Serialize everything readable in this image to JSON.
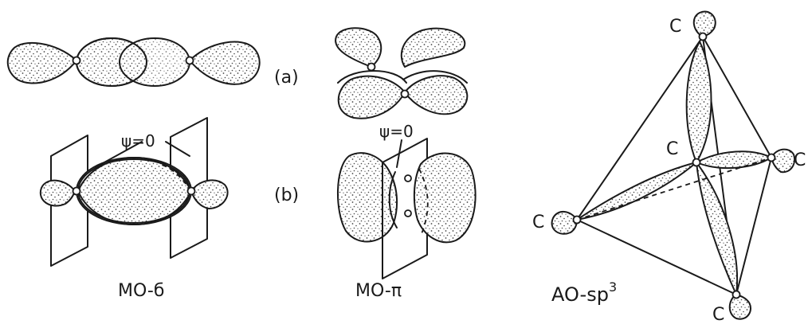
{
  "labels": {
    "a": "(a)",
    "b": "(b)",
    "psi_sigma": "ψ=0",
    "psi_pi": "ψ=0",
    "mo_sigma": "MO-б",
    "mo_pi": "MO-π",
    "ao_prefix": "AO-sp",
    "ao_sup": "3",
    "carbon": "C"
  },
  "colors": {
    "ink": "#1a1a1a",
    "paper": "#ffffff"
  }
}
